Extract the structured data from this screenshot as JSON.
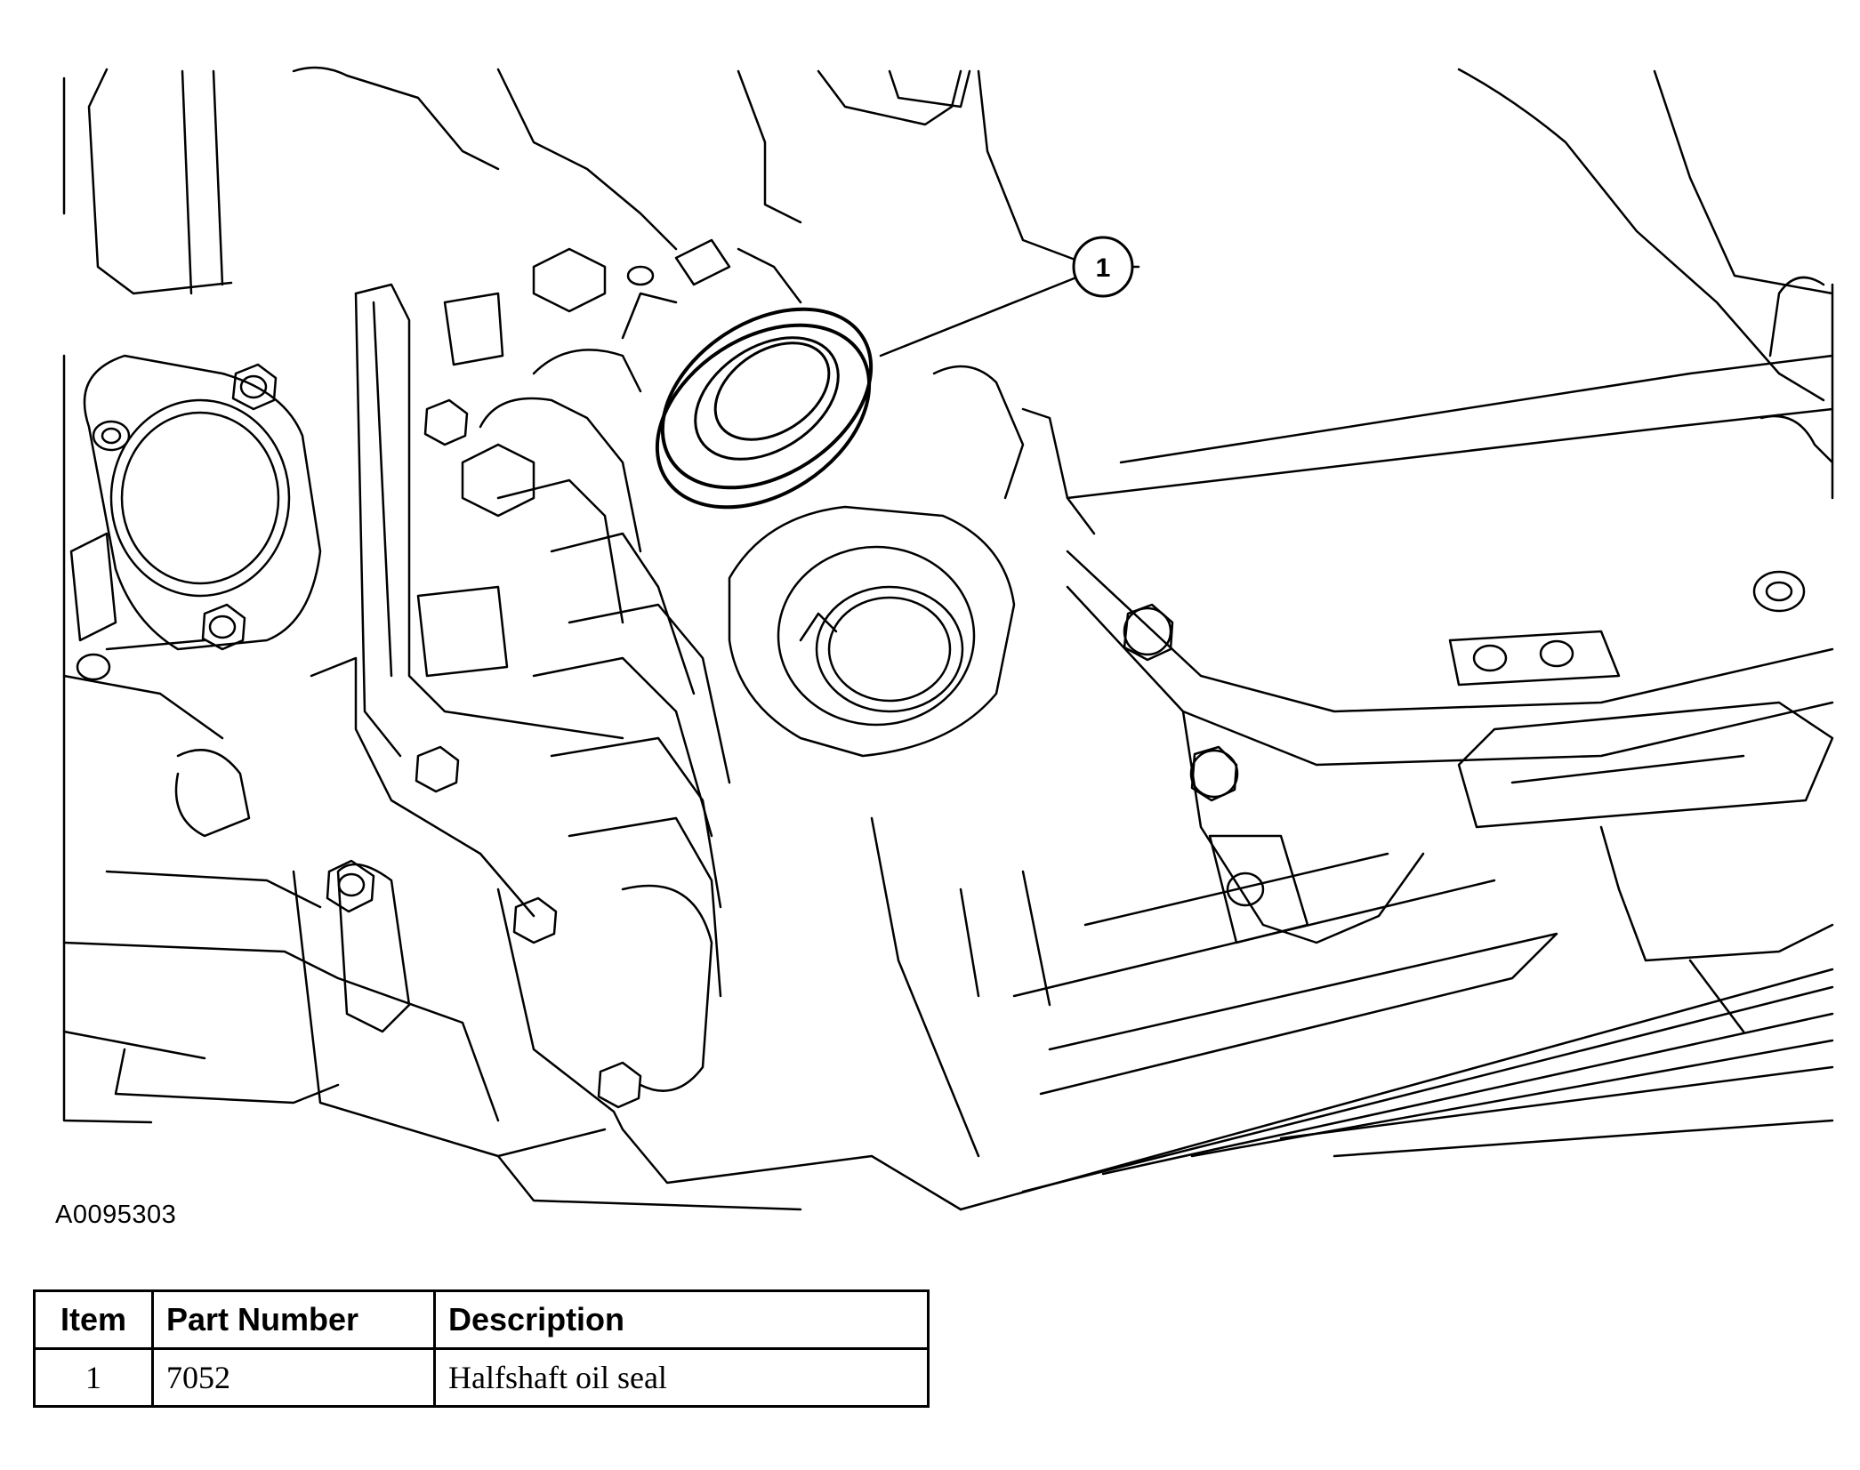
{
  "figure": {
    "id": "A0095303",
    "callouts": [
      {
        "number": "1"
      }
    ]
  },
  "table": {
    "headers": {
      "item": "Item",
      "part_number": "Part Number",
      "description": "Description"
    },
    "rows": [
      {
        "item": "1",
        "part_number": "7052",
        "description": "Halfshaft oil seal"
      }
    ]
  }
}
